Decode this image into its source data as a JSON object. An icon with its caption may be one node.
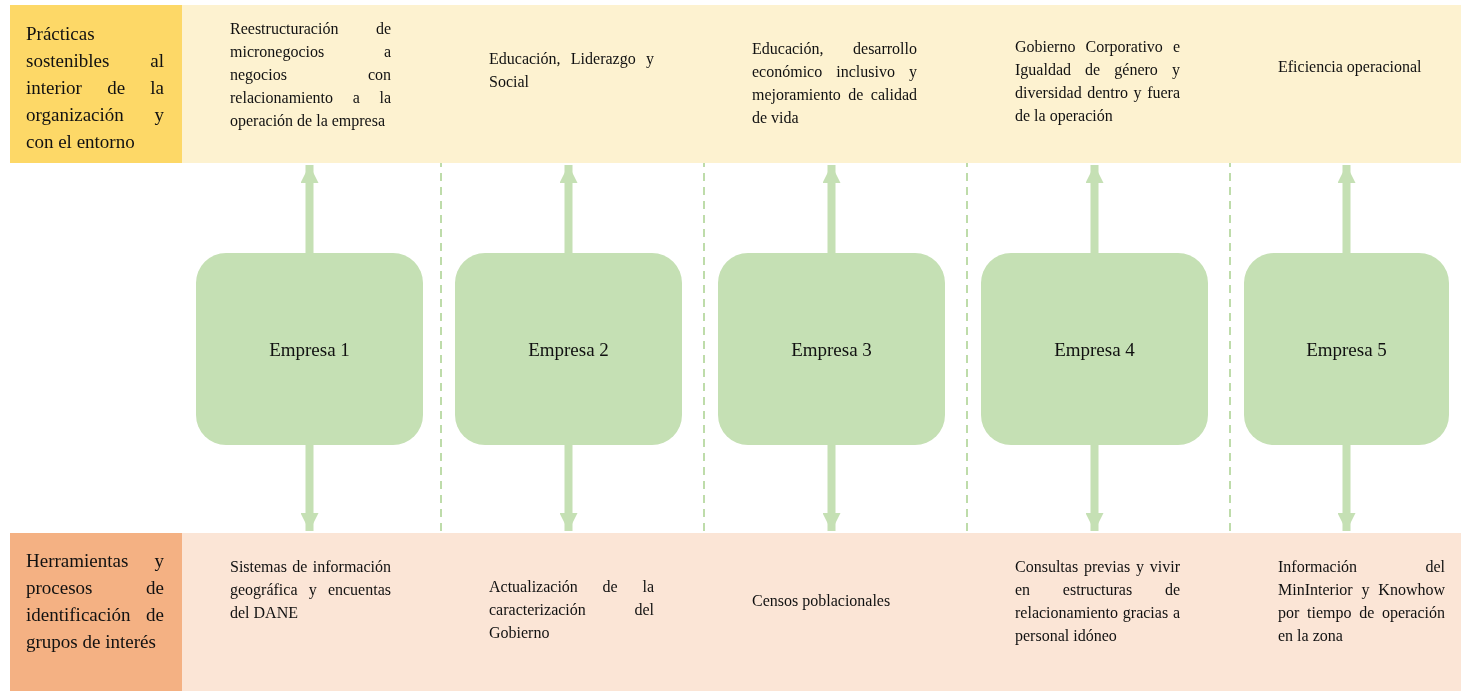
{
  "diagram": {
    "nodes": [
      {
        "text": [
          "Prácticas sostenibles al interior de la organización y con el entorno"
        ]
      },
      {
        "text": [
          "Reestructuración de micronegocios a negocios con relacionamiento a la operación de la empresa"
        ]
      },
      {
        "text": [
          "Educación, Liderazgo y Social"
        ]
      },
      {
        "text": [
          "Educación, desarrollo económico inclusivo y mejoramiento de calidad de vida"
        ]
      },
      {
        "text": [
          "Gobierno Corporativo e Igualdad de género y diversidad dentro y fuera de la operación"
        ]
      },
      {
        "text": [
          "Eficiencia operacional"
        ]
      },
      {
        "text": [
          "Empresa 1"
        ]
      },
      {
        "text": [
          "Empresa 2"
        ]
      },
      {
        "text": [
          "Empresa 3"
        ]
      },
      {
        "text": [
          "Empresa 4"
        ]
      },
      {
        "text": [
          "Empresa 5"
        ]
      },
      {
        "text": [
          "Herramientas y procesos de identificación de grupos de interés"
        ]
      },
      {
        "text": [
          "Sistemas de información geográfica y encuentas del DANE"
        ]
      },
      {
        "text": [
          "Actualización de la caracterización del Gobierno"
        ]
      },
      {
        "text": [
          "Censos poblacionales"
        ]
      },
      {
        "text": [
          "Consultas previas y vivir en estructuras de relacionamiento gracias a personal idóneo"
        ]
      },
      {
        "text": [
          "Información del MinInterior y Knowhow por tiempo de operación en la zona"
        ]
      }
    ],
    "edges": [
      {
        "from": 6,
        "to": 1,
        "arrow": "to"
      },
      {
        "from": 6,
        "to": 12,
        "arrow": "to"
      },
      {
        "from": 7,
        "to": 2,
        "arrow": "to"
      },
      {
        "from": 7,
        "to": 13,
        "arrow": "to"
      },
      {
        "from": 8,
        "to": 3,
        "arrow": "to"
      },
      {
        "from": 8,
        "to": 14,
        "arrow": "to"
      },
      {
        "from": 9,
        "to": 4,
        "arrow": "to"
      },
      {
        "from": 9,
        "to": 15,
        "arrow": "to"
      },
      {
        "from": 10,
        "to": 5,
        "arrow": "to"
      },
      {
        "from": 10,
        "to": 16,
        "arrow": "to"
      }
    ]
  }
}
